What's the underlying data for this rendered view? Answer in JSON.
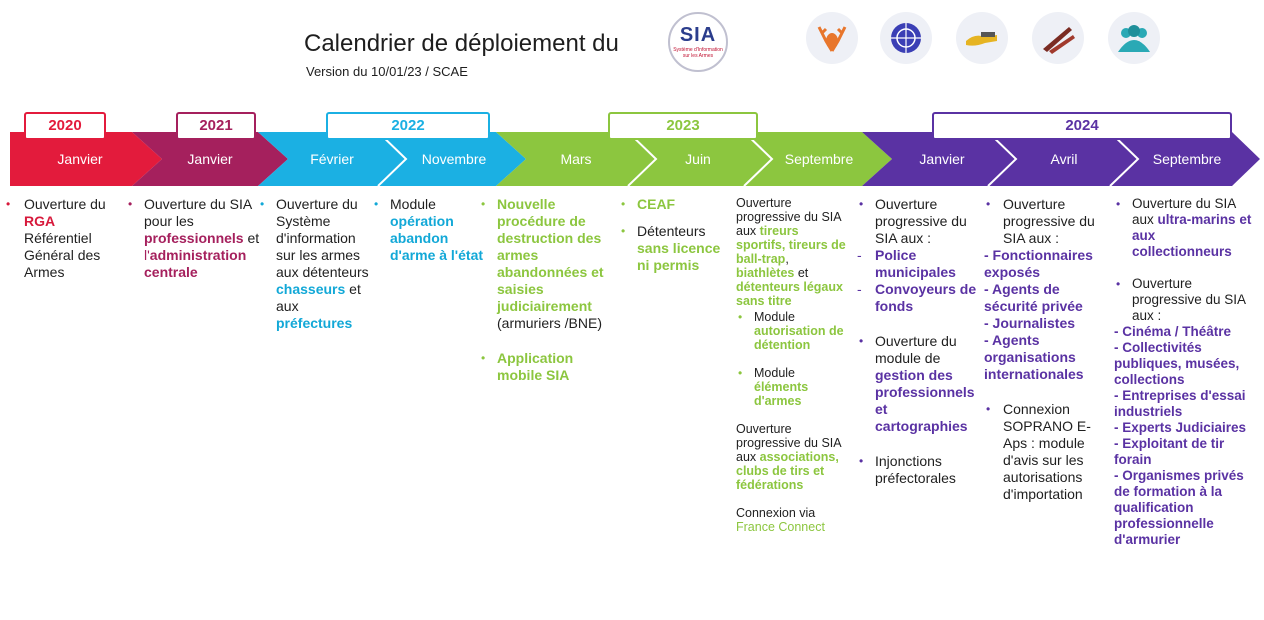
{
  "header": {
    "title": "Calendrier de déploiement du",
    "version": "Version du 10/01/23 / SCAE",
    "logo_text": "SIA",
    "logo_sub": "Système d'Information sur les Armes"
  },
  "icons": [
    "deer-icon",
    "target-icon",
    "hand-gun-icon",
    "rifles-icon",
    "people-icon"
  ],
  "years": [
    "2020",
    "2021",
    "2022",
    "2023",
    "2024"
  ],
  "months": [
    "Janvier",
    "Janvier",
    "Février",
    "Novembre",
    "Mars",
    "Juin",
    "Septembre",
    "Janvier",
    "Avril",
    "Septembre"
  ],
  "colors": {
    "red": "#e31b3c",
    "magenta": "#a5205d",
    "cyan": "#1bb0e3",
    "green": "#8cc63f",
    "purple": "#5a32a3"
  },
  "columns": {
    "c1": {
      "t1": "Ouverture du",
      "t2": "RGA",
      "t3": "Référentiel Général des Armes"
    },
    "c2": {
      "t1": "Ouverture du SIA pour les",
      "t2": "professionnels",
      "t3": "et",
      "t4": "l'",
      "t5": "administration centrale"
    },
    "c3": {
      "t1": "Ouverture du Système d'information sur les armes aux détenteurs",
      "t2": "chasseurs",
      "t3": "et aux",
      "t4": "préfectures"
    },
    "c4": {
      "t1": "Module",
      "t2": "opération abandon d'arme à l'état"
    },
    "c5": {
      "t1": "Nouvelle procédure de destruction des armes abandonnées et saisies judiciairement",
      "t2": "(armuriers /BNE)",
      "t3": "Application mobile SIA"
    },
    "c6": {
      "t1": "CEAF",
      "t2": "Détenteurs",
      "t3": "sans licence ni permis"
    },
    "c7": {
      "t1": "Ouverture progressive du SIA aux",
      "t2": "tireurs sportifs, tireurs de ball-trap",
      "t3": ",",
      "t4": "biathlètes",
      "t5": "et",
      "t6": "détenteurs légaux sans titre",
      "t7": "Module",
      "t8": "autorisation de détention",
      "t9": "Module",
      "t10": "éléments d'armes",
      "t11": "Ouverture progressive du SIA aux",
      "t12": "associations, clubs de tirs et fédérations",
      "t13": "Connexion via",
      "t14": "France Connect"
    },
    "c8": {
      "t1": "Ouverture progressive du SIA aux :",
      "t2": "Police municipales",
      "t3": "Convoyeurs de fonds",
      "t4": "Ouverture du module de",
      "t5": "gestion des professionnels et cartographies",
      "t6": "Injonctions préfectorales"
    },
    "c9": {
      "t1": "Ouverture progressive du SIA aux :",
      "t2": "- Fonctionnaires exposés",
      "t3": "- Agents de sécurité privée",
      "t4": "- Journalistes",
      "t5": "- Agents organisations internationales",
      "t6": "Connexion SOPRANO E-Aps : module d'avis sur les autorisations d'importation"
    },
    "c10": {
      "t1": "Ouverture du SIA aux",
      "t2": "ultra-marins et aux collectionneurs",
      "t3": "Ouverture progressive du SIA aux :",
      "items": [
        "- Cinéma / Théâtre",
        "- Collectivités publiques, musées, collections",
        "- Entreprises d'essai industriels",
        "- Experts Judiciaires",
        "- Exploitant de tir forain",
        "- Organismes privés de formation à la qualification professionnelle d'armurier"
      ]
    }
  }
}
